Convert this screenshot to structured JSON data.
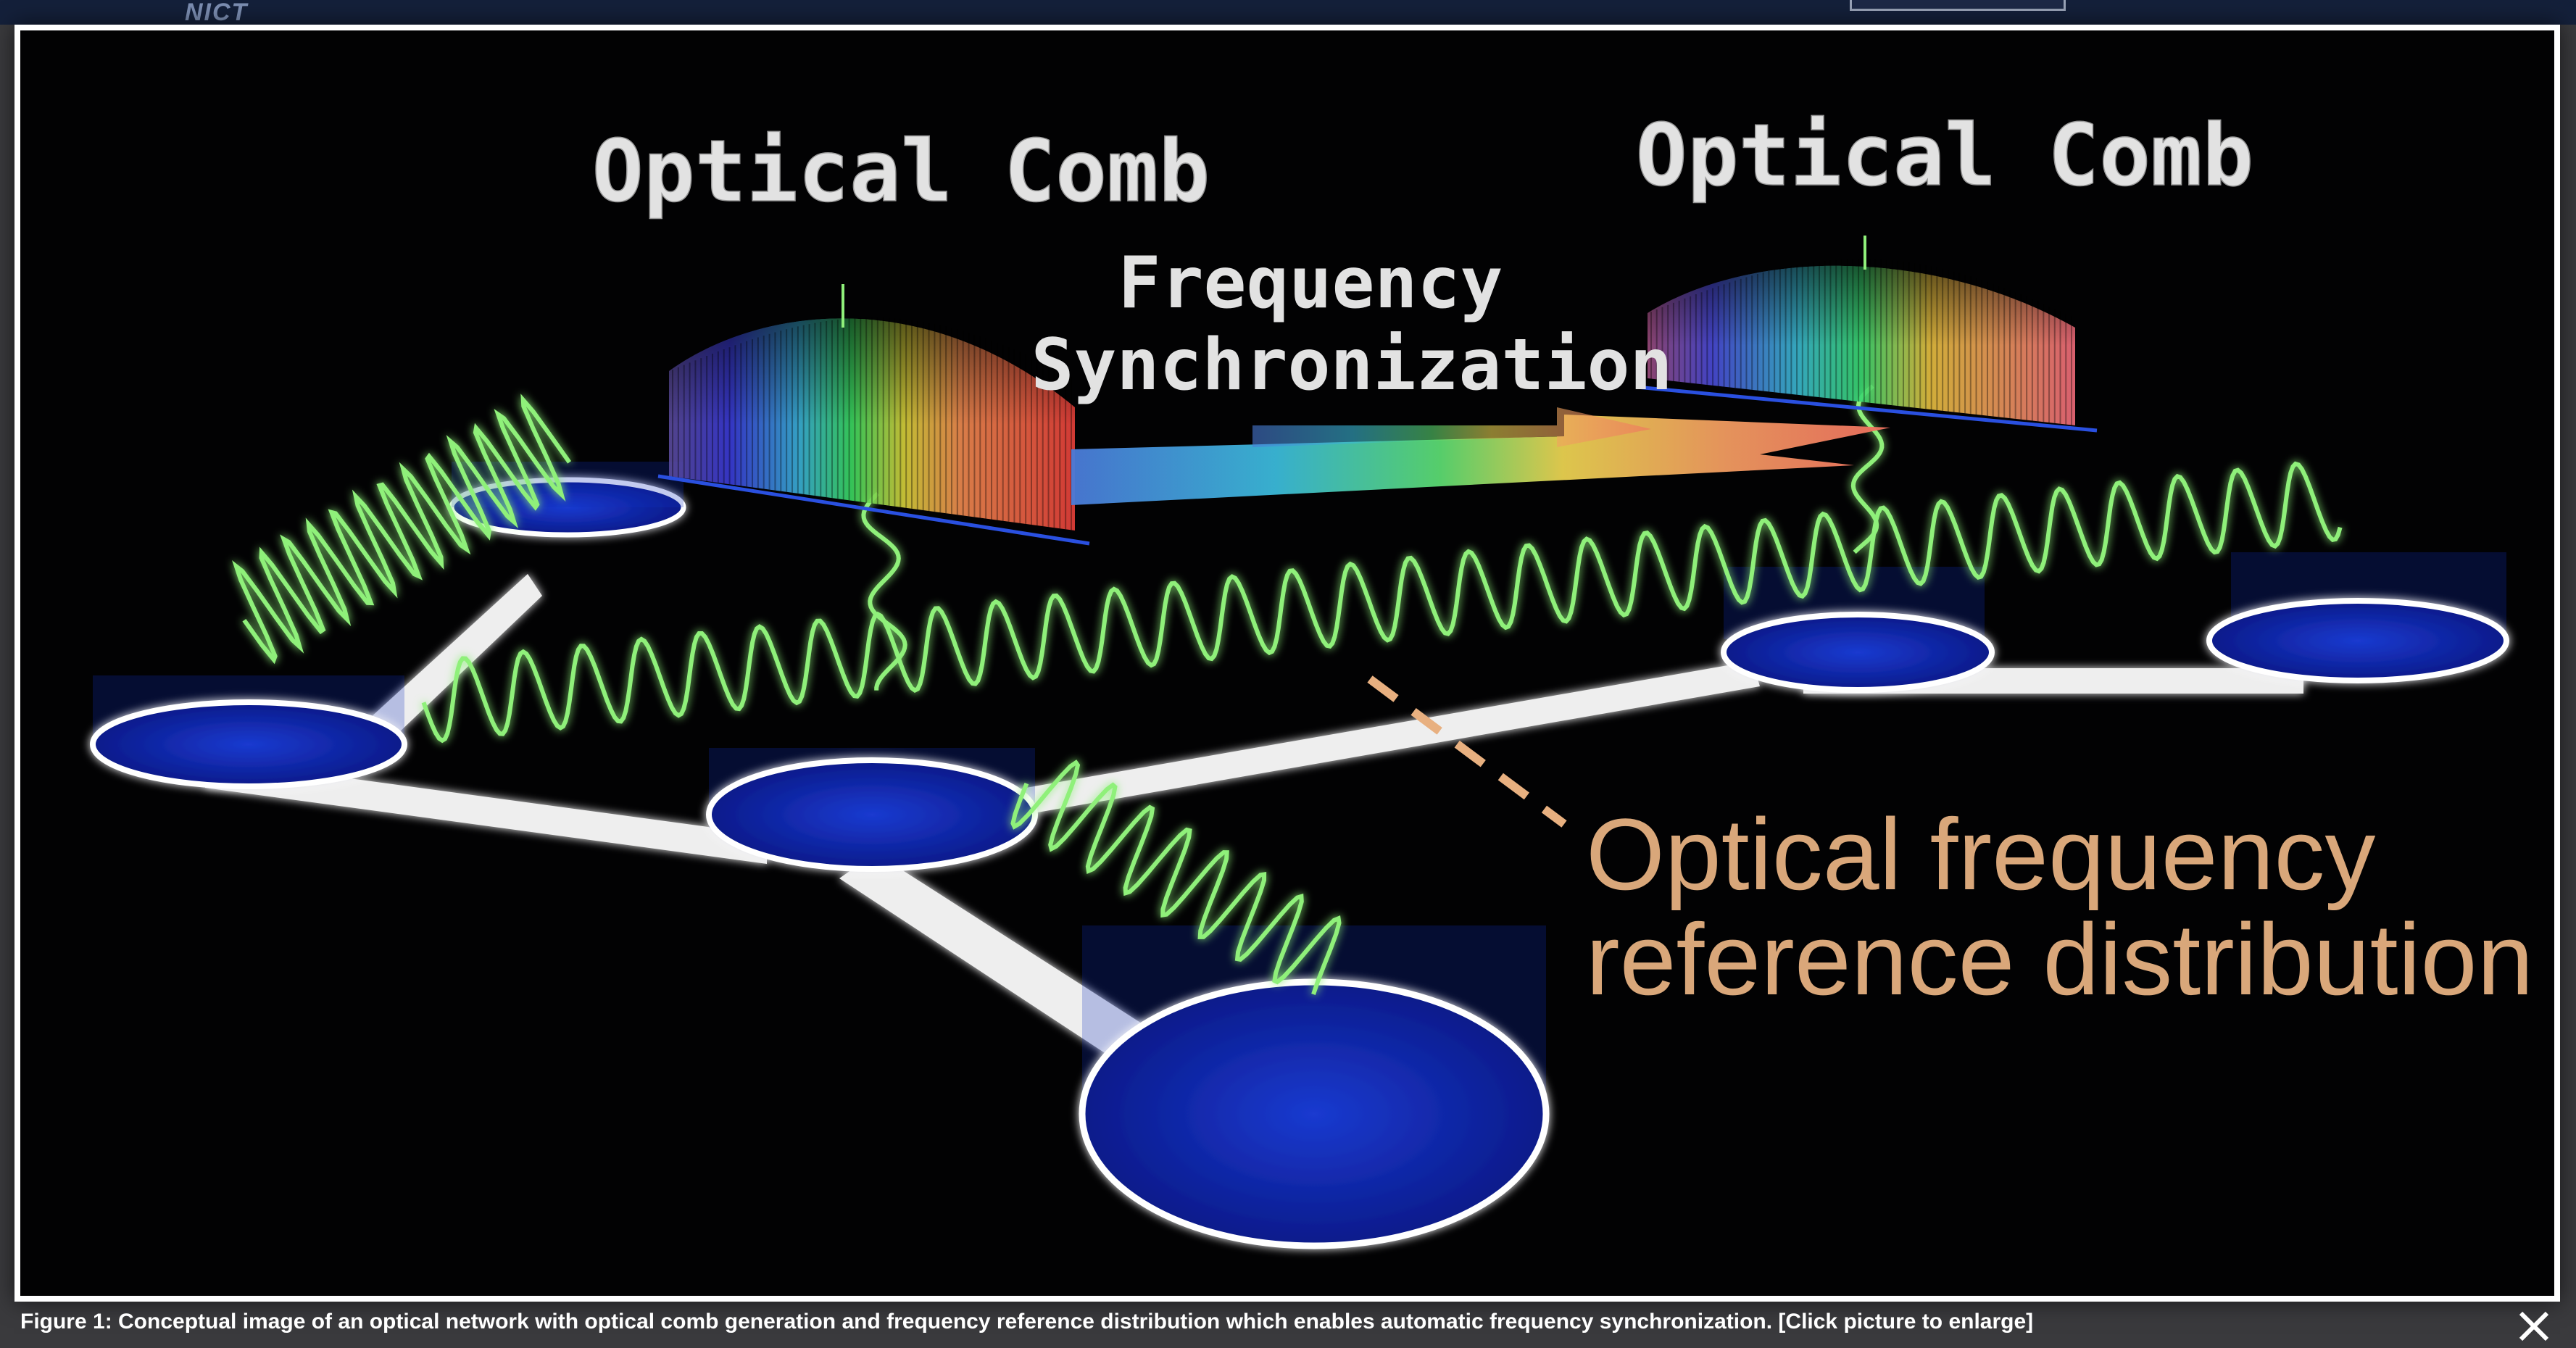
{
  "header": {
    "logo_text": "NICT"
  },
  "figure": {
    "labels": {
      "comb_left": "Optical Comb",
      "comb_right": "Optical Comb",
      "sync_line1": "Frequency",
      "sync_line2": "Synchronization",
      "reference_line1": "Optical frequency",
      "reference_line2": "reference distribution"
    },
    "colors": {
      "background": "#020203",
      "node_fill": "#0a2a9a",
      "link": "#f0f0f0",
      "wave": "#8ff07a",
      "reference_text": "#d9a77a",
      "label_text": "#e2e2e2"
    }
  },
  "caption": {
    "text": "Figure 1: Conceptual image of an optical network with optical comb generation and frequency reference distribution which enables automatic frequency synchronization. [Click picture to enlarge]"
  },
  "controls": {
    "close_icon": "close-icon"
  }
}
